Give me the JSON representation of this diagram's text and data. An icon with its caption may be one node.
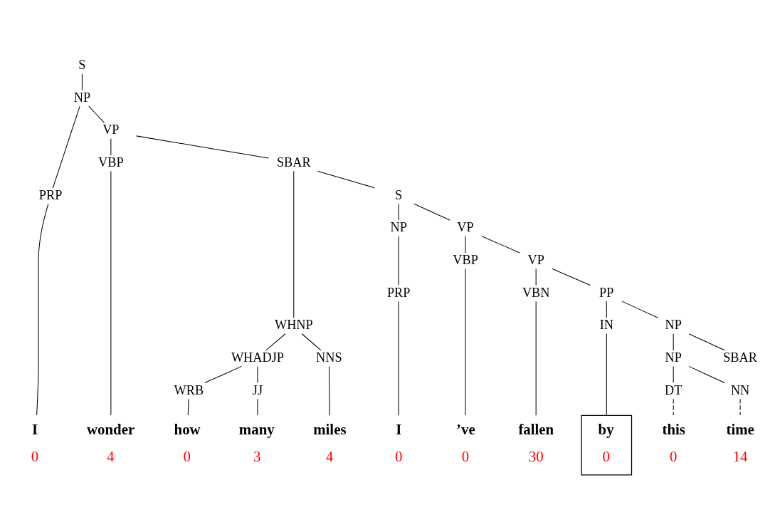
{
  "diagram": {
    "nodes": [
      {
        "text": [
          "S"
        ]
      },
      {
        "text": [
          "NP"
        ]
      },
      {
        "text": [
          "PRP"
        ]
      },
      {
        "text": [
          "VP"
        ]
      },
      {
        "text": [
          "VBP"
        ]
      },
      {
        "text": [
          "SBAR"
        ]
      },
      {
        "text": [
          "WHNP"
        ]
      },
      {
        "text": [
          "S"
        ]
      },
      {
        "text": [
          "WHADJP"
        ]
      },
      {
        "text": [
          "NNS"
        ]
      },
      {
        "text": [
          "NP"
        ]
      },
      {
        "text": [
          "VP"
        ]
      },
      {
        "text": [
          "WRB"
        ]
      },
      {
        "text": [
          "JJ"
        ]
      },
      {
        "text": [
          "PRP"
        ]
      },
      {
        "text": [
          "VBP"
        ]
      },
      {
        "text": [
          "VP"
        ]
      },
      {
        "text": [
          "VBN"
        ]
      },
      {
        "text": [
          "PP"
        ]
      },
      {
        "text": [
          "IN"
        ]
      },
      {
        "text": [
          "NP"
        ]
      },
      {
        "text": [
          "NP"
        ]
      },
      {
        "text": [
          "SBAR"
        ]
      },
      {
        "text": [
          "DT"
        ]
      },
      {
        "text": [
          "NN"
        ]
      },
      {
        "text": [
          "I"
        ],
        "beside": [
          "0"
        ]
      },
      {
        "text": [
          "wonder"
        ],
        "beside": [
          "4"
        ]
      },
      {
        "text": [
          "how"
        ],
        "beside": [
          "0"
        ]
      },
      {
        "text": [
          "many"
        ],
        "beside": [
          "3"
        ]
      },
      {
        "text": [
          "miles"
        ],
        "beside": [
          "4"
        ]
      },
      {
        "text": [
          "I"
        ],
        "beside": [
          "0"
        ]
      },
      {
        "text": [
          "’ve"
        ],
        "beside": [
          "0"
        ]
      },
      {
        "text": [
          "fallen"
        ],
        "beside": [
          "30"
        ]
      },
      {
        "text": [
          "by",
          "0"
        ]
      },
      {
        "text": [
          "this"
        ],
        "beside": [
          "0"
        ]
      },
      {
        "text": [
          "time"
        ],
        "beside": [
          "14"
        ]
      }
    ],
    "edges": [
      {
        "from": 0,
        "to": 1,
        "arrow": "none"
      },
      {
        "from": 1,
        "to": 2,
        "arrow": "none"
      },
      {
        "from": 1,
        "to": 3,
        "arrow": "none"
      },
      {
        "from": 2,
        "to": 25,
        "arrow": "none"
      },
      {
        "from": 3,
        "to": 4,
        "arrow": "none"
      },
      {
        "from": 3,
        "to": 5,
        "arrow": "none"
      },
      {
        "from": 4,
        "to": 26,
        "arrow": "none"
      },
      {
        "from": 5,
        "to": 6,
        "arrow": "none"
      },
      {
        "from": 5,
        "to": 7,
        "arrow": "none"
      },
      {
        "from": 6,
        "to": 8,
        "arrow": "none"
      },
      {
        "from": 6,
        "to": 9,
        "arrow": "none"
      },
      {
        "from": 8,
        "to": 12,
        "arrow": "none"
      },
      {
        "from": 8,
        "to": 13,
        "arrow": "none"
      },
      {
        "from": 12,
        "to": 27,
        "arrow": "none"
      },
      {
        "from": 13,
        "to": 28,
        "arrow": "none"
      },
      {
        "from": 9,
        "to": 29,
        "arrow": "none"
      },
      {
        "from": 7,
        "to": 10,
        "arrow": "none"
      },
      {
        "from": 7,
        "to": 11,
        "arrow": "none"
      },
      {
        "from": 10,
        "to": 14,
        "arrow": "none"
      },
      {
        "from": 14,
        "to": 30,
        "arrow": "none"
      },
      {
        "from": 11,
        "to": 15,
        "arrow": "none"
      },
      {
        "from": 11,
        "to": 16,
        "arrow": "none"
      },
      {
        "from": 15,
        "to": 31,
        "arrow": "none"
      },
      {
        "from": 16,
        "to": 17,
        "arrow": "none"
      },
      {
        "from": 16,
        "to": 18,
        "arrow": "none"
      },
      {
        "from": 17,
        "to": 32,
        "arrow": "none"
      },
      {
        "from": 18,
        "to": 19,
        "arrow": "none"
      },
      {
        "from": 18,
        "to": 20,
        "arrow": "none"
      },
      {
        "from": 19,
        "to": 33,
        "arrow": "none"
      },
      {
        "from": 20,
        "to": 21,
        "arrow": "none"
      },
      {
        "from": 20,
        "to": 22,
        "arrow": "none"
      },
      {
        "from": 21,
        "to": 23,
        "arrow": "none"
      },
      {
        "from": 21,
        "to": 24,
        "arrow": "none"
      },
      {
        "from": 23,
        "to": 34,
        "arrow": "none",
        "style": "dashed"
      },
      {
        "from": 24,
        "to": 35,
        "arrow": "none",
        "style": "dashed"
      }
    ]
  }
}
